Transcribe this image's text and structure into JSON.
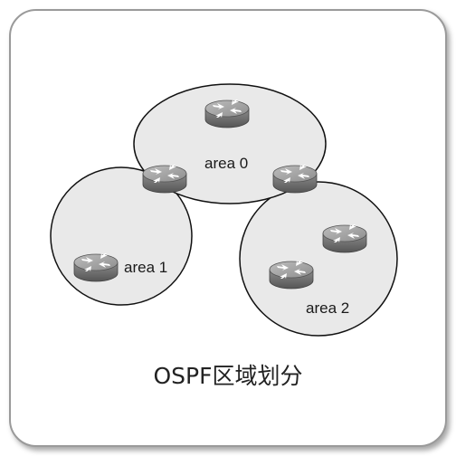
{
  "areas": [
    {
      "label": "area 0"
    },
    {
      "label": "area 1"
    },
    {
      "label": "area 2"
    }
  ],
  "caption": "OSPF区域划分",
  "colors": {
    "area_fill": "#e9e9e9",
    "area_stroke": "#111111",
    "router_body": "#7a7a7a",
    "router_top": "#a8a8a8",
    "router_arrows": "#ffffff"
  },
  "icons": {
    "router": "router-icon"
  }
}
